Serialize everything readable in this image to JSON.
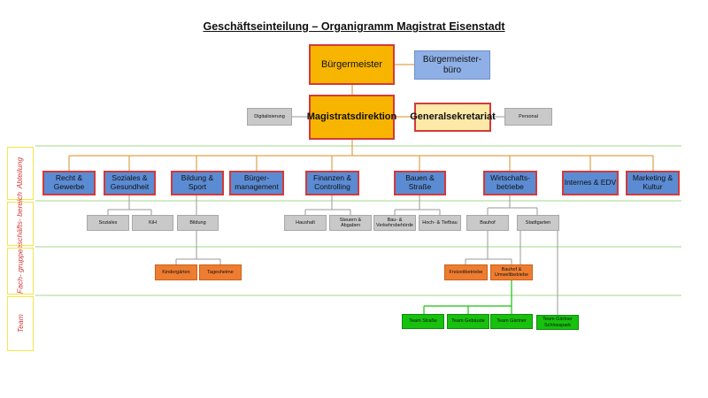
{
  "title": "Geschäftseinteilung – Organigramm Magistrat Eisenstadt",
  "levels": [
    "Abteilung",
    "Geschäfts- bereich",
    "Fach- gruppe",
    "Team"
  ],
  "top": {
    "mayor": "Bürgermeister",
    "mayor_office": "Bürgermeister- büro",
    "directorate": "Magistratsdirektion",
    "general_secretariat": "Generalsekretariat",
    "digitalisation": "Digitalisierung",
    "personnel": "Personal"
  },
  "departments": [
    "Recht & Gewerbe",
    "Soziales & Gesundheit",
    "Bildung & Sport",
    "Bürger- management",
    "Finanzen & Controlling",
    "Bauen & Straße",
    "Wirtschafts- betriebe",
    "Internes & EDV",
    "Marketing & Kultur"
  ],
  "business_areas": {
    "soziales": "Soziales",
    "kih": "KiH",
    "bildung": "Bildung",
    "haushalt": "Haushalt",
    "steuern": "Steuern & Abgaben",
    "bau_verkehr": "Bau- & Verkehrsbehörde",
    "hoch_tief": "Hoch- & Tiefbau",
    "bauhof": "Bauhof",
    "stadtgarten": "Stadtgarten"
  },
  "specialist_groups": {
    "kindergaerten": "Kindergärten",
    "tagesheime": "Tagesheime",
    "freizeitbetriebe": "Freizeitbetriebe",
    "bauhof_umwelt": "Bauhof & Umweltbetriebe"
  },
  "teams": {
    "strasse": "Team Straße",
    "gebaeude": "Team Gebäude",
    "gaertner": "Team Gärtner",
    "gaertner_schlosspark": "Team Gärtner Schlosspark"
  },
  "colors": {
    "leadership": "#f7b500",
    "secretariat": "#fde9a8",
    "department": "#5b8bd3",
    "office": "#8fb0e6",
    "business_area": "#c9c9c9",
    "specialist_group": "#ee7d31",
    "team": "#17c10e",
    "border_highlight": "#d23a3a",
    "connector_top": "#e0a04a",
    "level_divider": "#9fd88a"
  }
}
